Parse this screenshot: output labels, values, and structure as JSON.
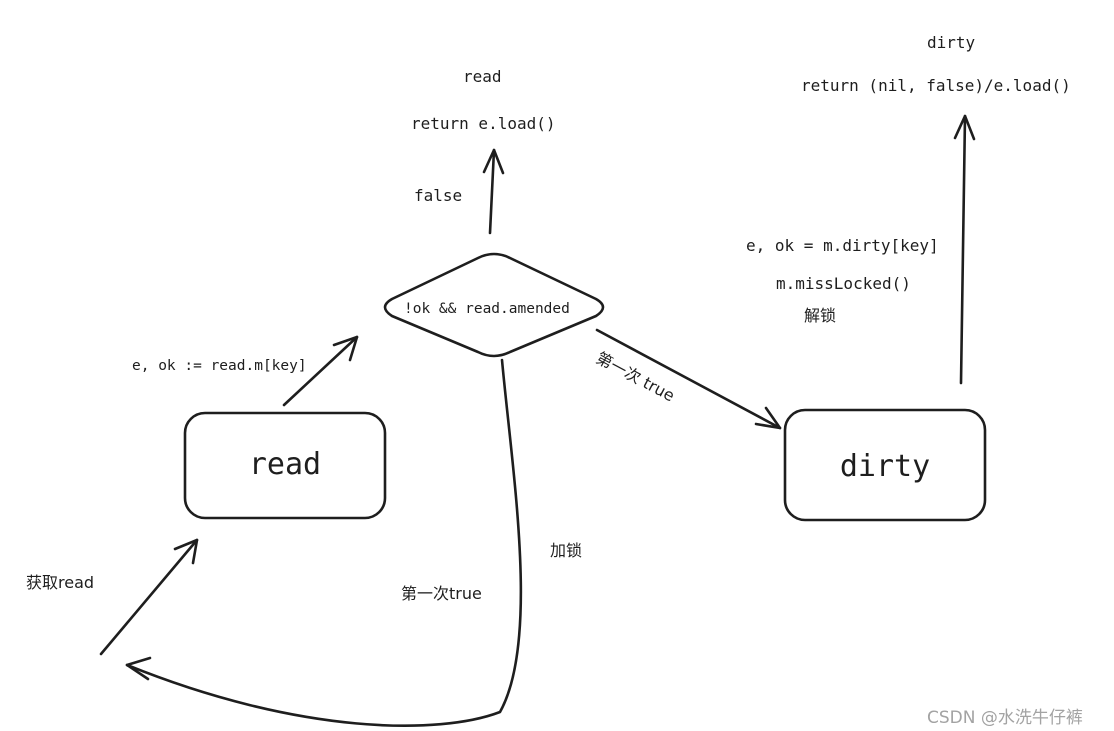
{
  "nodes": {
    "read_box": {
      "label": "read"
    },
    "dirty_box": {
      "label": "dirty"
    },
    "condition": {
      "label": "!ok && read.amended"
    }
  },
  "labels": {
    "get_read": "获取read",
    "read_lookup": "e, ok := read.m[key]",
    "false_label": "false",
    "read_result_title": "read",
    "read_result_return": "return e.load()",
    "first_true_diag": "第一次 true",
    "dirty_lookup": "e, ok = m.dirty[key]",
    "miss_locked": "m.missLocked()",
    "unlock": "解锁",
    "dirty_result_title": "dirty",
    "dirty_result_return": "return (nil, false)/e.load()",
    "lock": "加锁",
    "first_true_bottom": "第一次true"
  },
  "watermark": "CSDN @水洗牛仔裤",
  "colors": {
    "stroke": "#1e1e1e",
    "watermark": "#a3a3a3",
    "background": "#ffffff"
  }
}
